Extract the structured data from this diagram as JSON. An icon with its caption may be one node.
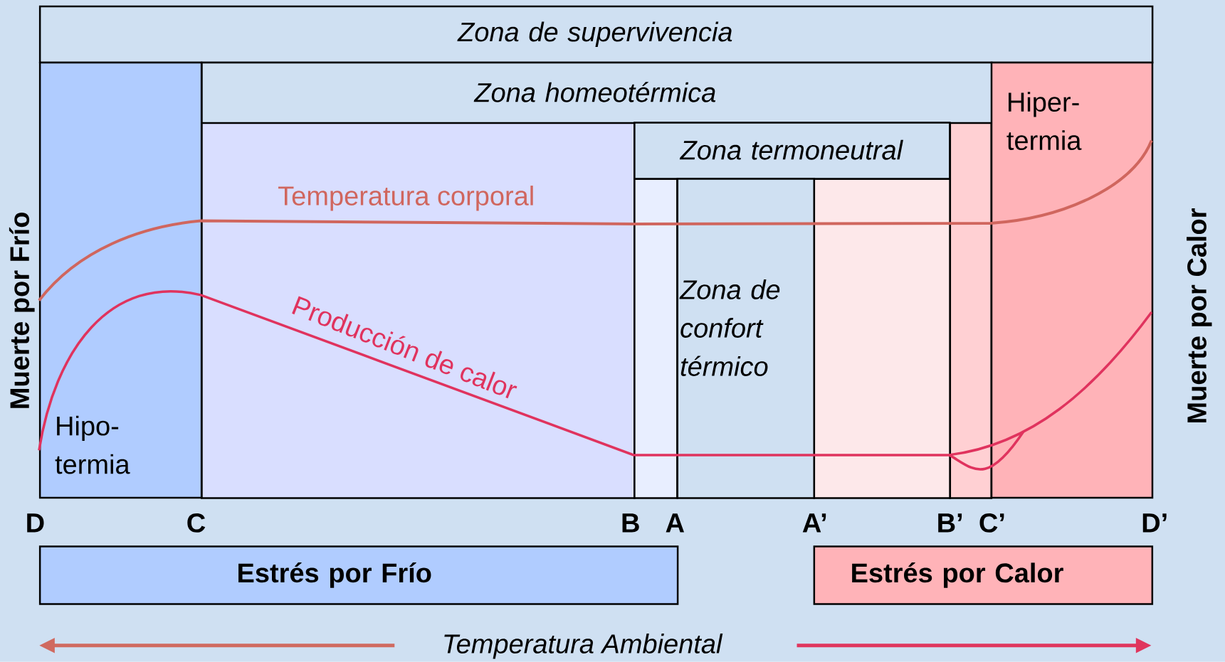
{
  "diagram": {
    "nodes": [
      {
        "text": [
          "Zona de supervivencia"
        ]
      },
      {
        "text": [
          "Zona homeotérmica"
        ]
      },
      {
        "text": [
          "Hipo- termia"
        ]
      },
      {
        "text": [
          "Hiper- termia"
        ]
      },
      {
        "text": [
          "Zona termoneutral"
        ]
      },
      {
        "text": [
          "Zona de confort térmico"
        ]
      },
      {
        "text": [
          "Estrés por Frío"
        ]
      },
      {
        "text": [
          "Estrés por Calor"
        ]
      },
      {
        "text": [],
        "shape": "box"
      },
      {
        "text": [],
        "shape": "box"
      },
      {
        "text": [],
        "shape": "box"
      },
      {
        "text": [],
        "shape": "box"
      }
    ],
    "labels": [
      "Muerte por Frío",
      "Temperatura corporal",
      "Producción de calor",
      "Muerte por Calor",
      "D",
      "C",
      "B",
      "A",
      "A’",
      "B’",
      "C’",
      "D’",
      "Temperatura Ambiental"
    ]
  }
}
